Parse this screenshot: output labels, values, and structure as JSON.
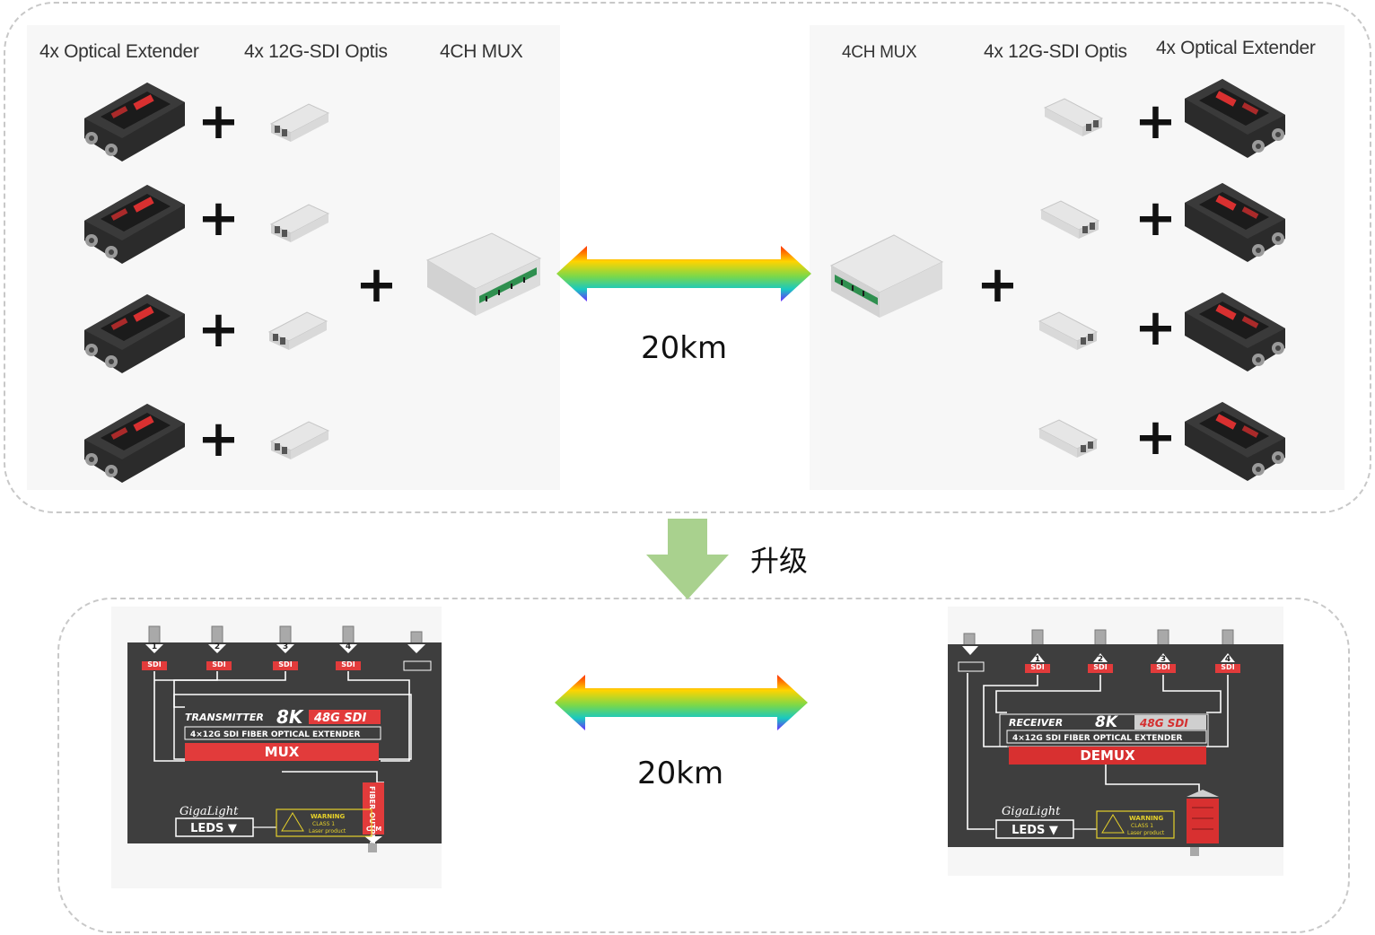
{
  "top": {
    "left_headers": [
      "4x Optical Extender",
      "4x 12G-SDI Optis",
      "4CH MUX"
    ],
    "right_headers": [
      "4CH MUX",
      "4x 12G-SDI Optis",
      "4x Optical Extender"
    ],
    "plus_sign": "+",
    "distance": "20km"
  },
  "upgrade": {
    "label": "升级"
  },
  "bottom": {
    "distance": "20km",
    "transmitter": {
      "ports": [
        "1",
        "2",
        "3",
        "4"
      ],
      "port_tag": "SDI",
      "model_line": "TRANSMITTER",
      "big": "8K",
      "badge": "48G SDI",
      "desc": "4×12G SDI FIBER OPTICAL EXTENDER",
      "block": "MUX",
      "fiber_label": "FIBER OUTPUT",
      "fiber_sub": "CCM",
      "brand": "GigaLight",
      "leds": "LEDS ▼",
      "warning_title": "WARNING",
      "warning_class": "CLASS 1",
      "warning_product": "Laser product"
    },
    "receiver": {
      "ports": [
        "1",
        "2",
        "3",
        "4"
      ],
      "port_tag": "SDI",
      "model_line": "RECEIVER",
      "big": "8K",
      "badge": "48G SDI",
      "desc": "4×12G SDI FIBER OPTICAL EXTENDER",
      "block": "DEMUX",
      "brand": "GigaLight",
      "leds": "LEDS ▼",
      "warning_title": "WARNING",
      "warning_class": "CLASS 1",
      "warning_product": "Laser product"
    }
  },
  "colors": {
    "arrow_gradient": [
      "#ff2a00",
      "#ffd200",
      "#2bd0a0",
      "#1060ff",
      "#9a20ff"
    ],
    "down_arrow": "#a9d18e",
    "device_body": "#3e3e3e",
    "device_red": "#e23b3b"
  }
}
